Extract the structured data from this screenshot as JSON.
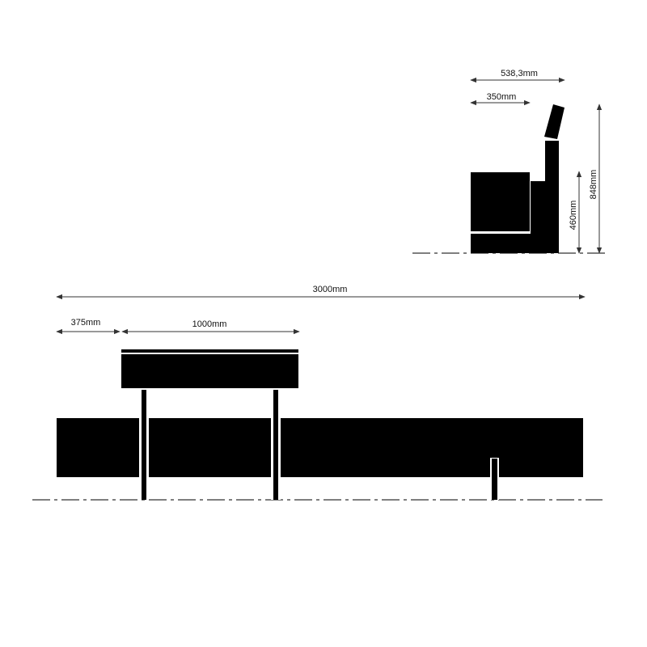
{
  "colors": {
    "ink": "#000000",
    "line": "#333333",
    "background": "#ffffff"
  },
  "side_view": {
    "dim_depth_total": "538,3mm",
    "dim_seat_depth": "350mm",
    "dim_seat_height": "460mm",
    "dim_total_height": "848mm"
  },
  "front_view": {
    "dim_total_length": "3000mm",
    "dim_offset": "375mm",
    "dim_backrest_length": "1000mm"
  }
}
